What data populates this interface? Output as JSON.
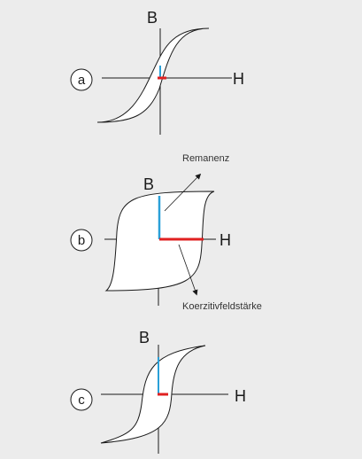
{
  "colors": {
    "background": "#ececec",
    "curve": "#1a1a1a",
    "remanence": "#2aa0d8",
    "coercivity": "#e02020"
  },
  "panels": [
    {
      "id": "a",
      "label": "a",
      "x_axis": "H",
      "y_axis": "B"
    },
    {
      "id": "b",
      "label": "b",
      "x_axis": "H",
      "y_axis": "B"
    },
    {
      "id": "c",
      "label": "c",
      "x_axis": "H",
      "y_axis": "B"
    }
  ],
  "annotations": {
    "remanence": "Remanenz",
    "coercivity": "Koerzitivfeldstärke"
  }
}
